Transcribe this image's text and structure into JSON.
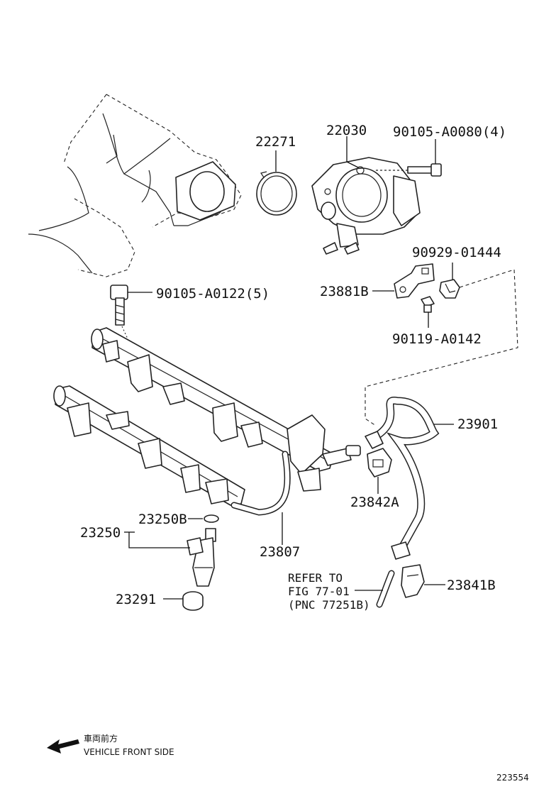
{
  "labels": {
    "p22271": "22271",
    "p22030": "22030",
    "p90105_a0080": "90105-A0080(4)",
    "p90929": "90929-01444",
    "p23881b": "23881B",
    "p90105_a0122": "90105-A0122(5)",
    "p90119": "90119-A0142",
    "p23901": "23901",
    "p23842a": "23842A",
    "p23250b": "23250B",
    "p23250": "23250",
    "p23807": "23807",
    "p23291": "23291",
    "p23841b": "23841B"
  },
  "reference": {
    "line1": "REFER TO",
    "line2": "FIG 77-01",
    "line3": "(PNC 77251B)"
  },
  "direction": {
    "jp": "車両前方",
    "en": "VEHICLE FRONT SIDE"
  },
  "figure_id": "223554"
}
